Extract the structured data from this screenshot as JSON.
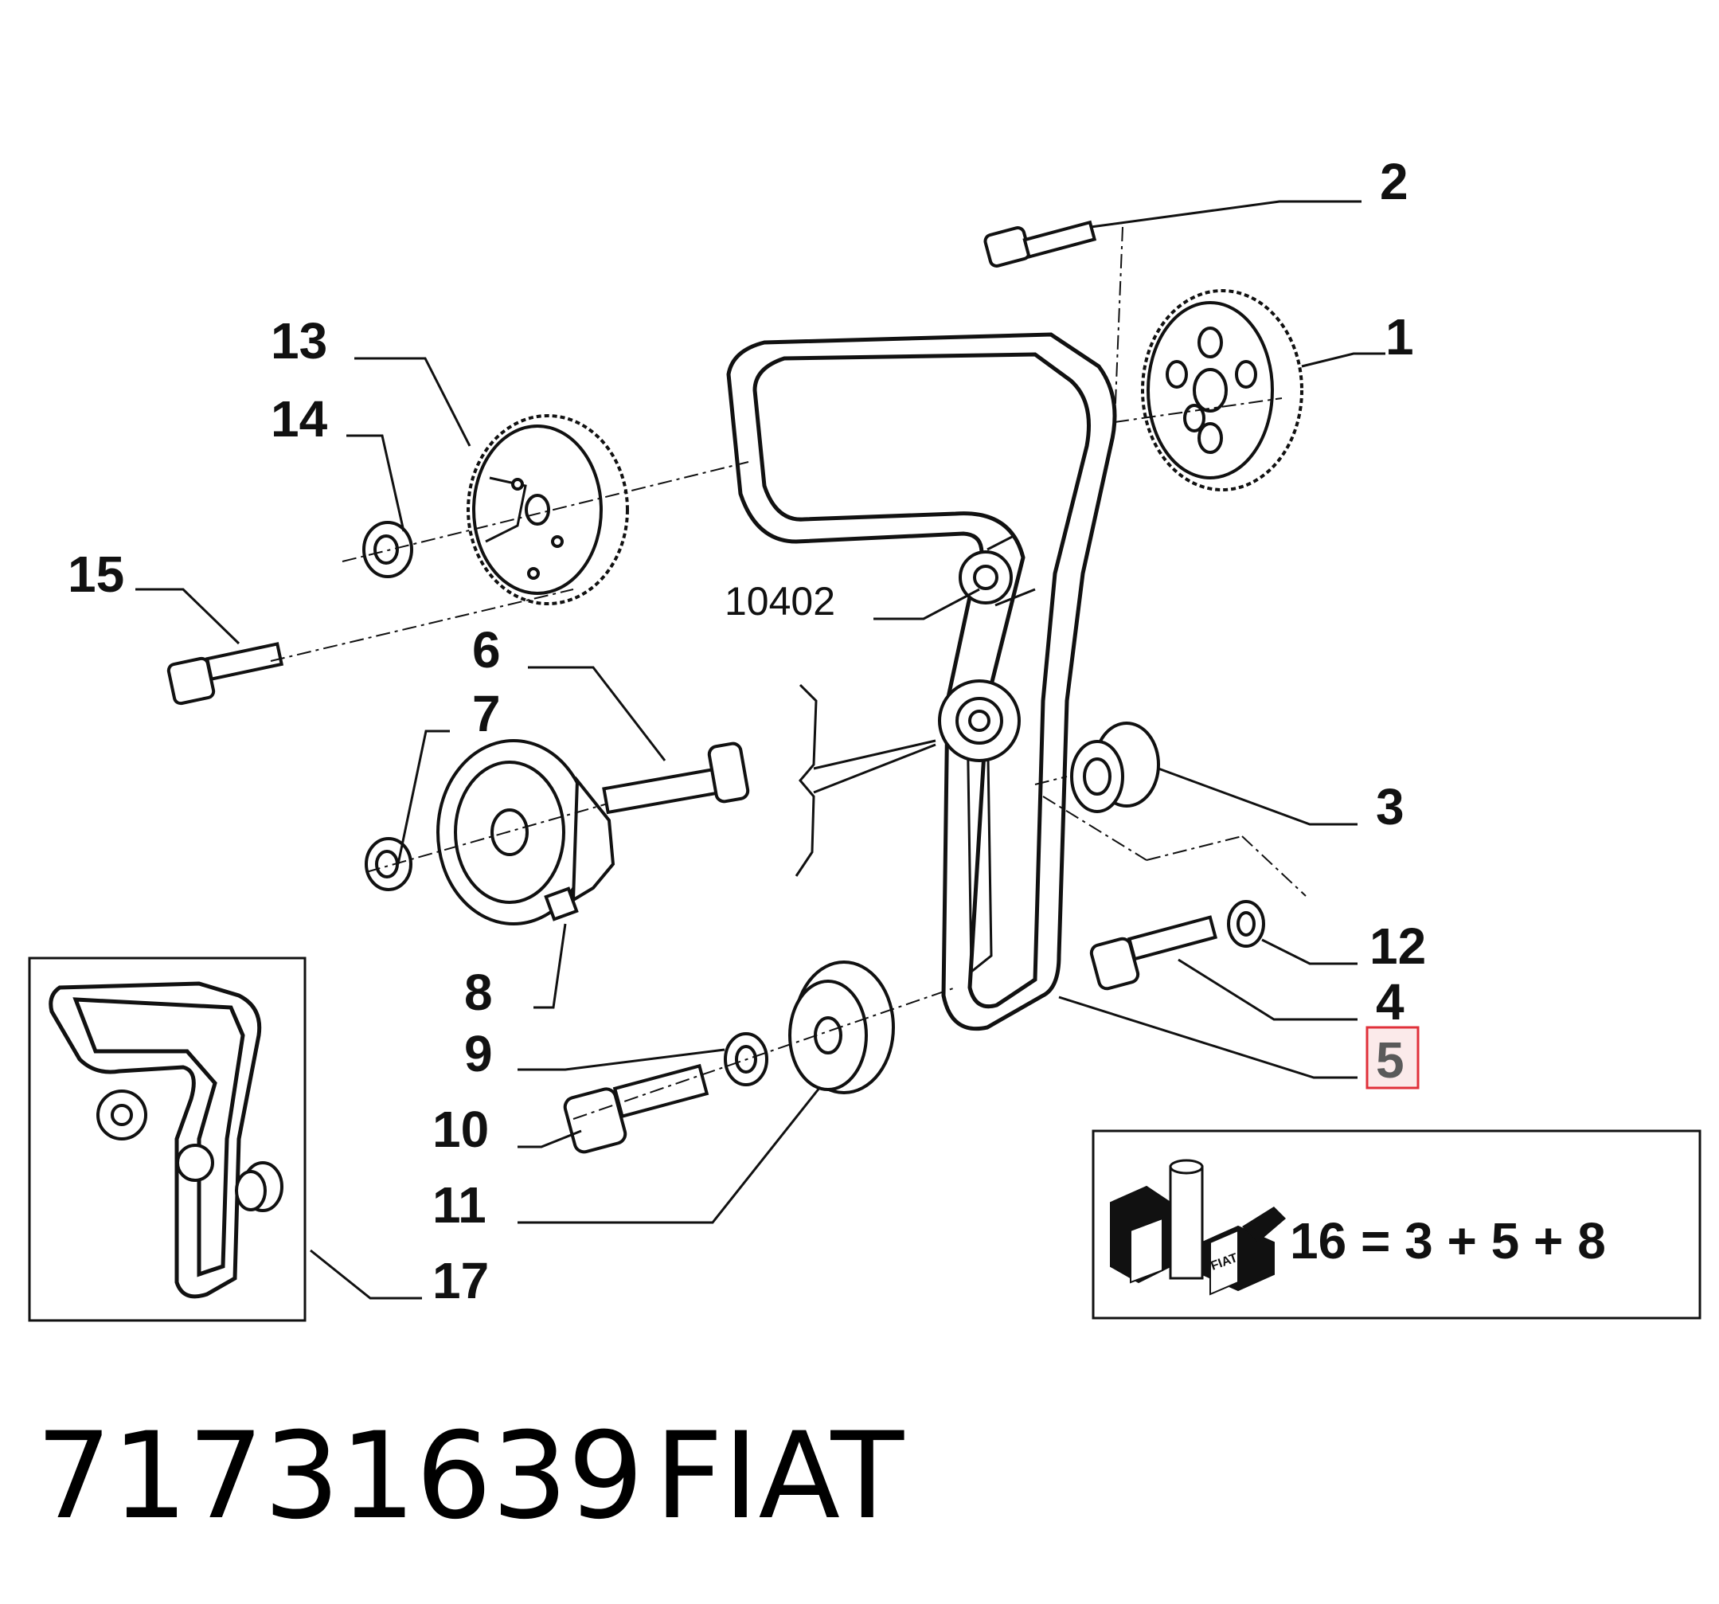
{
  "callouts": {
    "c1": "1",
    "c2": "2",
    "c3": "3",
    "c4": "4",
    "c5": "5",
    "c6": "6",
    "c7": "7",
    "c8": "8",
    "c9": "9",
    "c10": "10",
    "c11": "11",
    "c12": "12",
    "c13": "13",
    "c14": "14",
    "c15": "15",
    "c17": "17",
    "ref": "10402"
  },
  "highlight": {
    "callout": "5",
    "color": "#e0303a"
  },
  "kit": {
    "formula": "16 = 3 + 5 + 8",
    "box_label": "FIAT"
  },
  "footer": {
    "part_number": "71731639",
    "brand": "FIAT"
  }
}
